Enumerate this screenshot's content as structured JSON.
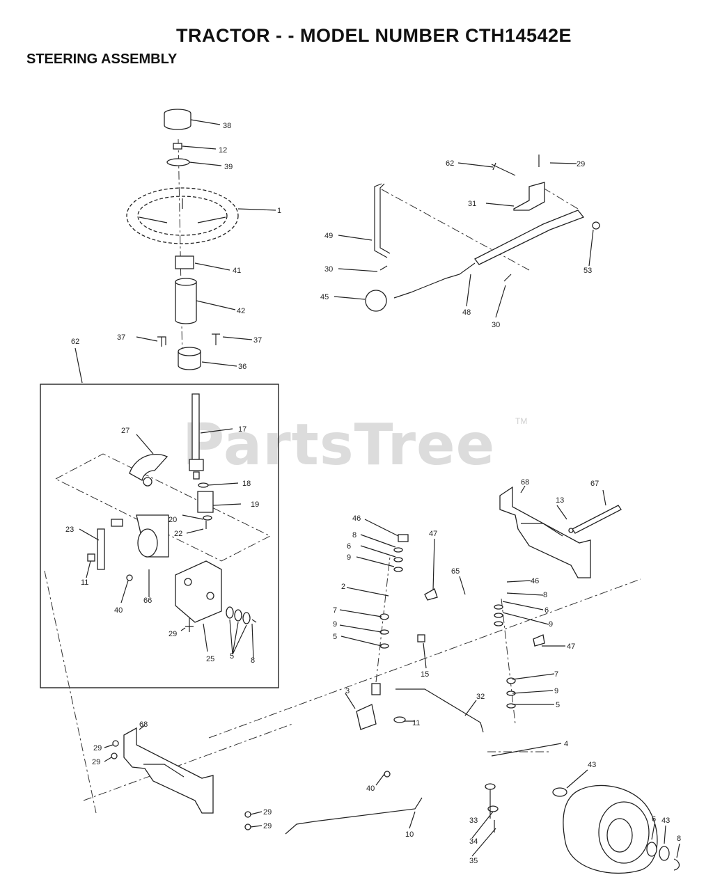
{
  "title": "TRACTOR - - MODEL NUMBER CTH14542E",
  "subtitle": "STEERING ASSEMBLY",
  "watermark": "PartsTree",
  "watermark_tm": "TM",
  "callouts": {
    "c38": "38",
    "c12": "12",
    "c39": "39",
    "c1": "1",
    "c41": "41",
    "c42": "42",
    "c37a": "37",
    "c37b": "37",
    "c36": "36",
    "c62a": "62",
    "c62b": "62",
    "c29a": "29",
    "c31": "31",
    "c49": "49",
    "c53": "53",
    "c30a": "30",
    "c45": "45",
    "c48": "48",
    "c30b": "30",
    "c17": "17",
    "c27": "27",
    "c18": "18",
    "c19": "19",
    "c20": "20",
    "c22": "22",
    "c23": "23",
    "c11a": "11",
    "c40a": "40",
    "c66": "66",
    "c29b": "29",
    "c25": "25",
    "c5a": "5",
    "c8a": "8",
    "c68a": "68",
    "c67": "67",
    "c13": "13",
    "c46a": "46",
    "c8b": "8",
    "c6a": "6",
    "c9a": "9",
    "c47a": "47",
    "c65": "65",
    "c2": "2",
    "c46b": "46",
    "c8c": "8",
    "c6b": "6",
    "c9b": "9",
    "c7a": "7",
    "c9c": "9",
    "c5b": "5",
    "c15": "15",
    "c47b": "47",
    "c7b": "7",
    "c9d": "9",
    "c5c": "5",
    "c3": "3",
    "c32": "32",
    "c11b": "11",
    "c4": "4",
    "c68b": "68",
    "c29c": "29",
    "c29d": "29",
    "c40b": "40",
    "c43a": "43",
    "c29e": "29",
    "c29f": "29",
    "c10": "10",
    "c33": "33",
    "c34": "34",
    "c35": "35",
    "c6c": "6",
    "c43b": "43",
    "c8d": "8"
  }
}
